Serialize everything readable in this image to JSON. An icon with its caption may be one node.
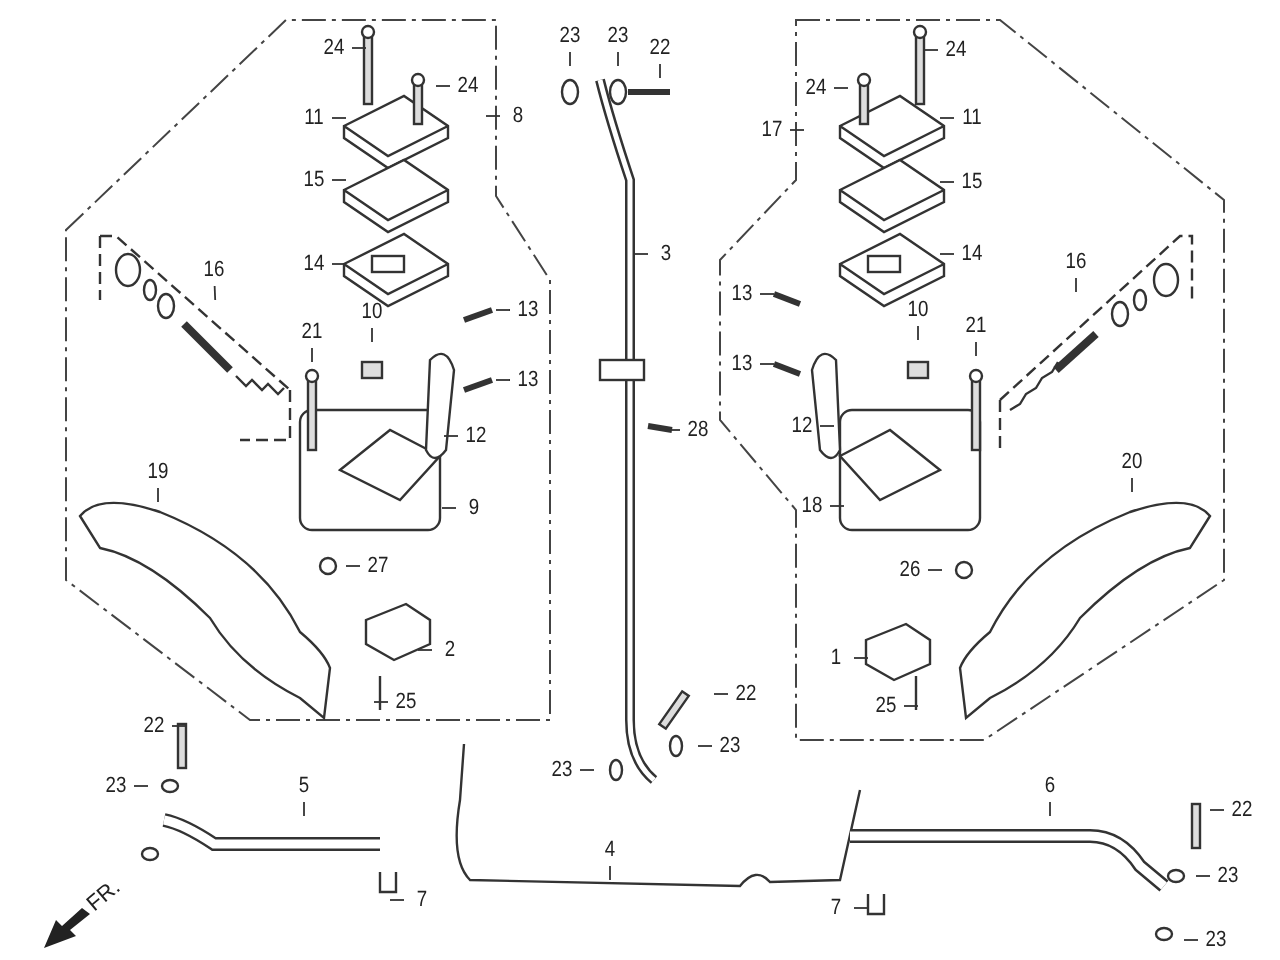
{
  "diagram": {
    "nodes": [
      {
        "text": [
          "24"
        ]
      },
      {
        "text": [
          "23"
        ]
      },
      {
        "text": [
          "23"
        ]
      },
      {
        "text": [
          "22"
        ]
      },
      {
        "text": [
          "24"
        ]
      },
      {
        "text": [
          "24"
        ]
      },
      {
        "text": [
          "24"
        ]
      },
      {
        "text": [
          "11"
        ]
      },
      {
        "text": [
          "8"
        ]
      },
      {
        "text": [
          "17"
        ]
      },
      {
        "text": [
          "11"
        ]
      },
      {
        "text": [
          "15"
        ]
      },
      {
        "text": [
          "15"
        ]
      },
      {
        "text": [
          "3"
        ]
      },
      {
        "text": [
          "16"
        ]
      },
      {
        "text": [
          "14"
        ]
      },
      {
        "text": [
          "14"
        ]
      },
      {
        "text": [
          "16"
        ]
      },
      {
        "text": [
          "13"
        ]
      },
      {
        "text": [
          "13"
        ]
      },
      {
        "text": [
          "10"
        ]
      },
      {
        "text": [
          "21"
        ]
      },
      {
        "text": [
          "10"
        ]
      },
      {
        "text": [
          "21"
        ]
      },
      {
        "text": [
          "13"
        ]
      },
      {
        "text": [
          "13"
        ]
      },
      {
        "text": [
          "28"
        ]
      },
      {
        "text": [
          "12"
        ]
      },
      {
        "text": [
          "12"
        ]
      },
      {
        "text": [
          "19"
        ]
      },
      {
        "text": [
          "20"
        ]
      },
      {
        "text": [
          "9"
        ]
      },
      {
        "text": [
          "18"
        ]
      },
      {
        "text": [
          "27"
        ]
      },
      {
        "text": [
          "26"
        ]
      },
      {
        "text": [
          "2"
        ]
      },
      {
        "text": [
          "1"
        ]
      },
      {
        "text": [
          "22"
        ]
      },
      {
        "text": [
          "25"
        ]
      },
      {
        "text": [
          "25"
        ]
      },
      {
        "text": [
          "22"
        ]
      },
      {
        "text": [
          "23"
        ]
      },
      {
        "text": [
          "23"
        ]
      },
      {
        "text": [
          "5"
        ]
      },
      {
        "text": [
          "6"
        ]
      },
      {
        "text": [
          "22"
        ]
      },
      {
        "text": [
          "4"
        ]
      },
      {
        "text": [
          "23"
        ]
      },
      {
        "text": [
          "23"
        ]
      },
      {
        "text": [
          "7"
        ]
      },
      {
        "text": [
          "7"
        ]
      },
      {
        "text": [
          "23"
        ]
      }
    ],
    "edges": [
      {
        "from": 0,
        "to": null,
        "arrow": "none"
      },
      {
        "from": 1,
        "to": null,
        "arrow": "none"
      },
      {
        "from": 2,
        "to": null,
        "arrow": "none"
      },
      {
        "from": 3,
        "to": null,
        "arrow": "none"
      },
      {
        "from": 4,
        "to": null,
        "arrow": "none"
      },
      {
        "from": 5,
        "to": null,
        "arrow": "none"
      },
      {
        "from": 6,
        "to": null,
        "arrow": "none"
      },
      {
        "from": 7,
        "to": null,
        "arrow": "none"
      },
      {
        "from": 8,
        "to": null,
        "arrow": "none"
      },
      {
        "from": 9,
        "to": null,
        "arrow": "none"
      },
      {
        "from": 10,
        "to": null,
        "arrow": "none"
      },
      {
        "from": 11,
        "to": null,
        "arrow": "none"
      },
      {
        "from": 12,
        "to": null,
        "arrow": "none"
      },
      {
        "from": 13,
        "to": null,
        "arrow": "none"
      },
      {
        "from": 14,
        "to": null,
        "arrow": "none"
      },
      {
        "from": 15,
        "to": null,
        "arrow": "none"
      },
      {
        "from": 16,
        "to": null,
        "arrow": "none"
      },
      {
        "from": 17,
        "to": null,
        "arrow": "none"
      },
      {
        "from": 18,
        "to": null,
        "arrow": "none"
      },
      {
        "from": 19,
        "to": null,
        "arrow": "none"
      },
      {
        "from": 20,
        "to": null,
        "arrow": "none"
      },
      {
        "from": 21,
        "to": null,
        "arrow": "none"
      },
      {
        "from": 22,
        "to": null,
        "arrow": "none"
      },
      {
        "from": 23,
        "to": null,
        "arrow": "none"
      },
      {
        "from": 24,
        "to": null,
        "arrow": "none"
      },
      {
        "from": 25,
        "to": null,
        "arrow": "none"
      },
      {
        "from": 26,
        "to": null,
        "arrow": "none"
      },
      {
        "from": 27,
        "to": null,
        "arrow": "none"
      },
      {
        "from": 28,
        "to": null,
        "arrow": "none"
      },
      {
        "from": 29,
        "to": null,
        "arrow": "none"
      },
      {
        "from": 30,
        "to": null,
        "arrow": "none"
      },
      {
        "from": 31,
        "to": null,
        "arrow": "none"
      },
      {
        "from": 32,
        "to": null,
        "arrow": "none"
      },
      {
        "from": 33,
        "to": null,
        "arrow": "none"
      },
      {
        "from": 34,
        "to": null,
        "arrow": "none"
      },
      {
        "from": 35,
        "to": null,
        "arrow": "none"
      },
      {
        "from": 36,
        "to": null,
        "arrow": "none"
      },
      {
        "from": 37,
        "to": null,
        "arrow": "none"
      },
      {
        "from": 38,
        "to": null,
        "arrow": "none"
      },
      {
        "from": 39,
        "to": null,
        "arrow": "none"
      },
      {
        "from": 40,
        "to": null,
        "arrow": "none"
      },
      {
        "from": 41,
        "to": null,
        "arrow": "none"
      },
      {
        "from": 42,
        "to": null,
        "arrow": "none"
      },
      {
        "from": 43,
        "to": null,
        "arrow": "none"
      },
      {
        "from": 44,
        "to": null,
        "arrow": "none"
      },
      {
        "from": 45,
        "to": null,
        "arrow": "none"
      },
      {
        "from": 46,
        "to": null,
        "arrow": "none"
      },
      {
        "from": 47,
        "to": null,
        "arrow": "none"
      },
      {
        "from": 48,
        "to": null,
        "arrow": "none"
      },
      {
        "from": 49,
        "to": null,
        "arrow": "none"
      },
      {
        "from": 50,
        "to": null,
        "arrow": "none"
      },
      {
        "from": 51,
        "to": null,
        "arrow": "none"
      }
    ],
    "labels": [
      "FR."
    ]
  }
}
